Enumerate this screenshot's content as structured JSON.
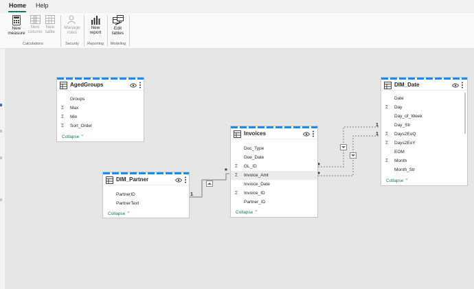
{
  "ribbon": {
    "tabs": [
      {
        "label": "Home"
      },
      {
        "label": "Help"
      }
    ],
    "buttons": {
      "new_measure": "New measure",
      "new_column": "New column",
      "new_table": "New table",
      "manage_roles": "Manage roles",
      "new_report": "New report",
      "edit_tables": "Edit tables"
    },
    "groups": {
      "calculations": "Calculations",
      "security": "Security",
      "reporting": "Reporting",
      "modeling": "Modeling"
    }
  },
  "tables": {
    "aged_groups": {
      "title": "AgedGroups",
      "fields": [
        {
          "name": "Groups",
          "sigma": ""
        },
        {
          "name": "Max",
          "sigma": "Σ"
        },
        {
          "name": "Min",
          "sigma": "Σ"
        },
        {
          "name": "Sort_Order",
          "sigma": "Σ"
        }
      ],
      "collapse": "Collapse"
    },
    "dim_partner": {
      "title": "DIM_Partner",
      "fields": [
        {
          "name": "PartnerID",
          "sigma": ""
        },
        {
          "name": "PartnerText",
          "sigma": ""
        }
      ],
      "collapse": "Collapse"
    },
    "invoices": {
      "title": "Invoices",
      "fields": [
        {
          "name": "Doc_Type",
          "sigma": ""
        },
        {
          "name": "Due_Date",
          "sigma": ""
        },
        {
          "name": "GL_ID",
          "sigma": "Σ"
        },
        {
          "name": "Invoice_Amt",
          "sigma": "Σ"
        },
        {
          "name": "Invoice_Date",
          "sigma": ""
        },
        {
          "name": "Invoice_ID",
          "sigma": "Σ"
        },
        {
          "name": "Partner_ID",
          "sigma": ""
        }
      ],
      "collapse": "Collapse"
    },
    "dim_date": {
      "title": "DIM_Date",
      "fields": [
        {
          "name": "Date",
          "sigma": ""
        },
        {
          "name": "Day",
          "sigma": "Σ"
        },
        {
          "name": "Day_of_Week",
          "sigma": ""
        },
        {
          "name": "Day_Str",
          "sigma": ""
        },
        {
          "name": "Days2EoQ",
          "sigma": "Σ"
        },
        {
          "name": "Days2EoY",
          "sigma": "Σ"
        },
        {
          "name": "EOM",
          "sigma": ""
        },
        {
          "name": "Month",
          "sigma": "Σ"
        },
        {
          "name": "Month_Str",
          "sigma": ""
        }
      ],
      "collapse": "Collapse"
    }
  },
  "relationships": {
    "one": "1",
    "many": "*"
  },
  "colors": {
    "accent_teal": "#117865",
    "header_stripe": "#118dff",
    "canvas": "#e6e6e6"
  }
}
